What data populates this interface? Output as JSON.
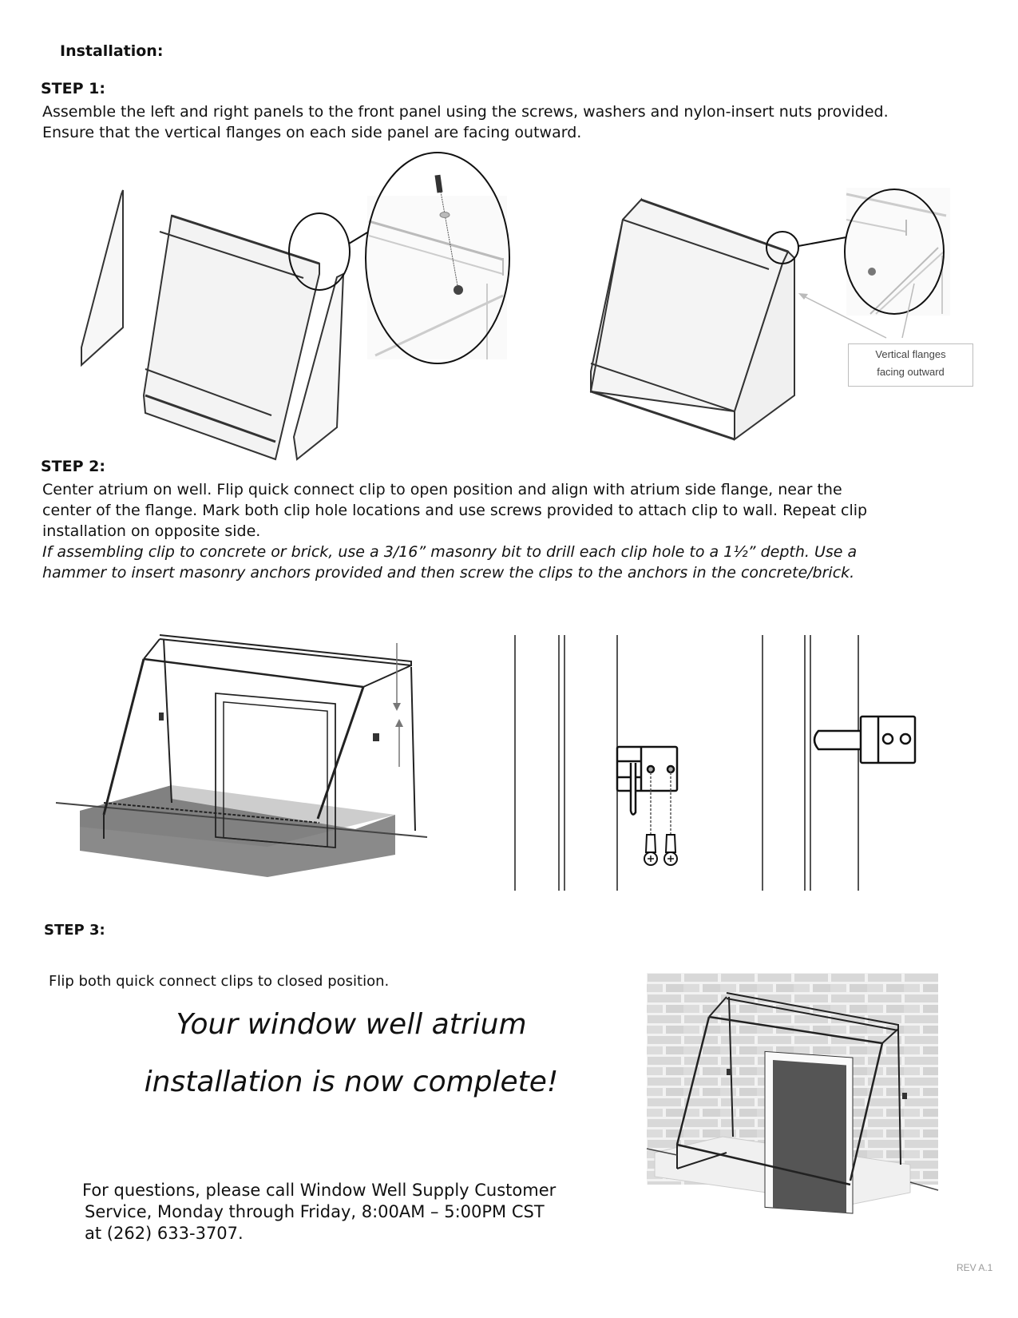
{
  "document": {
    "section_title": "Installation:",
    "steps": [
      {
        "label": "STEP 1:",
        "lines": [
          "Assemble the left and right panels to the front panel using the screws, washers and nylon-insert nuts provided.",
          "Ensure that the vertical flanges on each side panel are facing outward."
        ],
        "callout": [
          "Vertical flanges",
          "facing outward"
        ]
      },
      {
        "label": "STEP 2:",
        "lines": [
          "Center atrium on well.  Flip quick connect clip to open position and align with atrium side flange, near the",
          "center of the flange.  Mark both clip hole locations and use screws provided to attach clip to wall.  Repeat clip",
          "installation on opposite side."
        ],
        "italic_lines": [
          "If assembling clip to concrete or brick, use a 3/16” masonry bit to drill each clip hole to a 1½” depth.  Use a",
          "hammer to insert masonry anchors provided and then screw the clips to the anchors in the concrete/brick."
        ]
      },
      {
        "label": "STEP 3:",
        "lines": [
          "Flip both quick connect clips to closed position."
        ]
      }
    ],
    "closing": [
      "Your window well atrium",
      "installation is now complete!"
    ],
    "contact": [
      "For questions, please call Window Well Supply Customer",
      "Service, Monday through Friday, 8:00AM – 5:00PM CST",
      "at (262) 633-3707."
    ],
    "revision": "REV A.1"
  }
}
